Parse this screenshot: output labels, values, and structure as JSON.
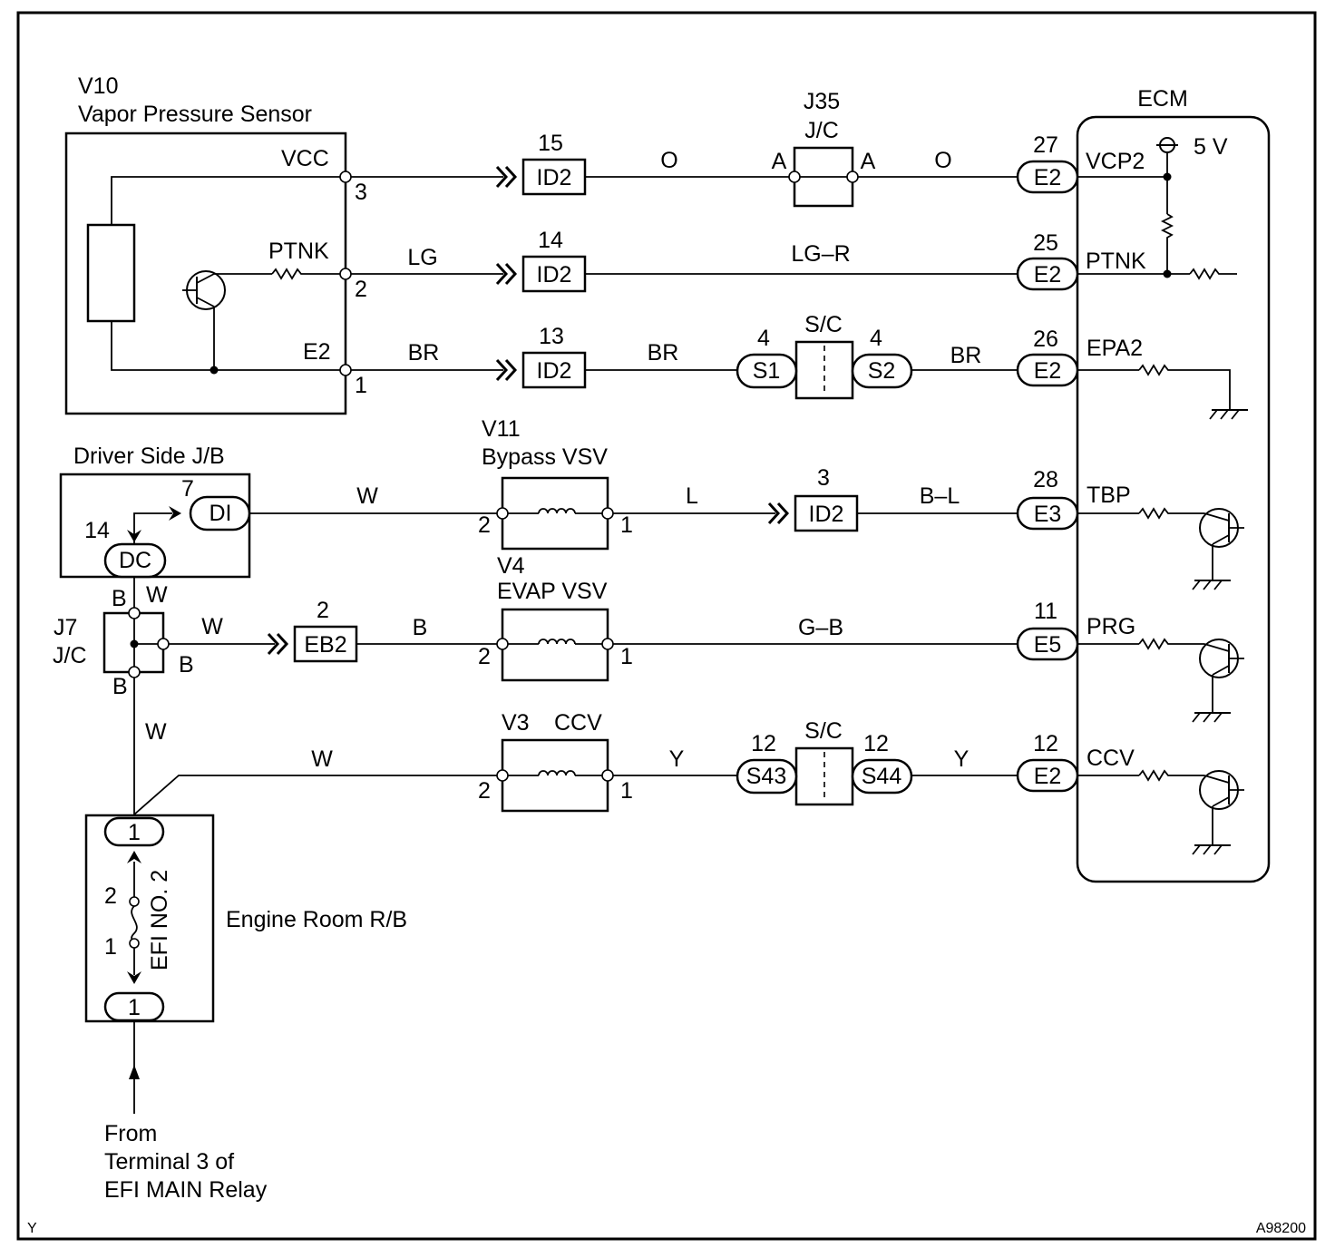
{
  "sensor": {
    "code": "V10",
    "name": "Vapor Pressure Sensor",
    "pins": {
      "vcc": "VCC",
      "ptnk": "PTNK",
      "e2": "E2"
    },
    "pin_numbers": {
      "vcc": "3",
      "ptnk": "2",
      "e2": "1"
    }
  },
  "ecm": {
    "title": "ECM",
    "voltage": "5 V",
    "terminals": [
      "VCP2",
      "PTNK",
      "EPA2",
      "TBP",
      "PRG",
      "CCV"
    ],
    "connectors": [
      {
        "num": "27",
        "code": "E2"
      },
      {
        "num": "25",
        "code": "E2"
      },
      {
        "num": "26",
        "code": "E2"
      },
      {
        "num": "28",
        "code": "E3"
      },
      {
        "num": "11",
        "code": "E5"
      },
      {
        "num": "12",
        "code": "E2"
      }
    ]
  },
  "id2_connectors": [
    {
      "num": "15",
      "code": "ID2"
    },
    {
      "num": "14",
      "code": "ID2"
    },
    {
      "num": "13",
      "code": "ID2"
    },
    {
      "num": "3",
      "code": "ID2"
    }
  ],
  "j35": {
    "code": "J35",
    "name": "J/C",
    "left": "A",
    "right": "A"
  },
  "sc1": {
    "name": "S/C",
    "left_num": "4",
    "left_code": "S1",
    "right_num": "4",
    "right_code": "S2"
  },
  "sc2": {
    "name": "S/C",
    "left_num": "12",
    "left_code": "S43",
    "right_num": "12",
    "right_code": "S44"
  },
  "wire_colors": {
    "vcc_left": "O",
    "vcc_right": "O",
    "ptnk_left": "LG",
    "ptnk_right": "LG–R",
    "e2_left": "BR",
    "e2_mid": "BR",
    "e2_right": "BR",
    "tbp_left": "W",
    "tbp_mid": "L",
    "tbp_right": "B–L",
    "prg_j7": "W",
    "prg_mid": "B",
    "prg_right": "G–B",
    "ccv_left": "W",
    "ccv_mid": "Y",
    "ccv_right": "Y",
    "dc_b": "B",
    "dc_w": "W",
    "j7_right_b": "B",
    "j7_bottom_b": "B",
    "j7_down_w": "W"
  },
  "driver_jb": {
    "name": "Driver Side J/B",
    "di_num": "7",
    "di": "DI",
    "dc_num": "14",
    "dc": "DC"
  },
  "j7": {
    "code": "J7",
    "name": "J/C"
  },
  "eb2": {
    "num": "2",
    "code": "EB2"
  },
  "bypass_vsv": {
    "code": "V11",
    "name": "Bypass VSV",
    "pin_left": "2",
    "pin_right": "1"
  },
  "evap_vsv": {
    "code": "V4",
    "name": "EVAP VSV",
    "pin_left": "2",
    "pin_right": "1"
  },
  "ccv_vsv": {
    "code": "V3",
    "name": "CCV",
    "pin_left": "2",
    "pin_right": "1"
  },
  "engine_room_rb": {
    "name": "Engine Room R/B",
    "fuse": "EFI NO. 2",
    "top_conn": "1",
    "bottom_conn": "1",
    "fuse_pin_top": "2",
    "fuse_pin_bottom": "1"
  },
  "from_lines": [
    "From",
    "Terminal 3 of",
    "EFI MAIN Relay"
  ],
  "corner_left": "Y",
  "corner_right": "A98200"
}
